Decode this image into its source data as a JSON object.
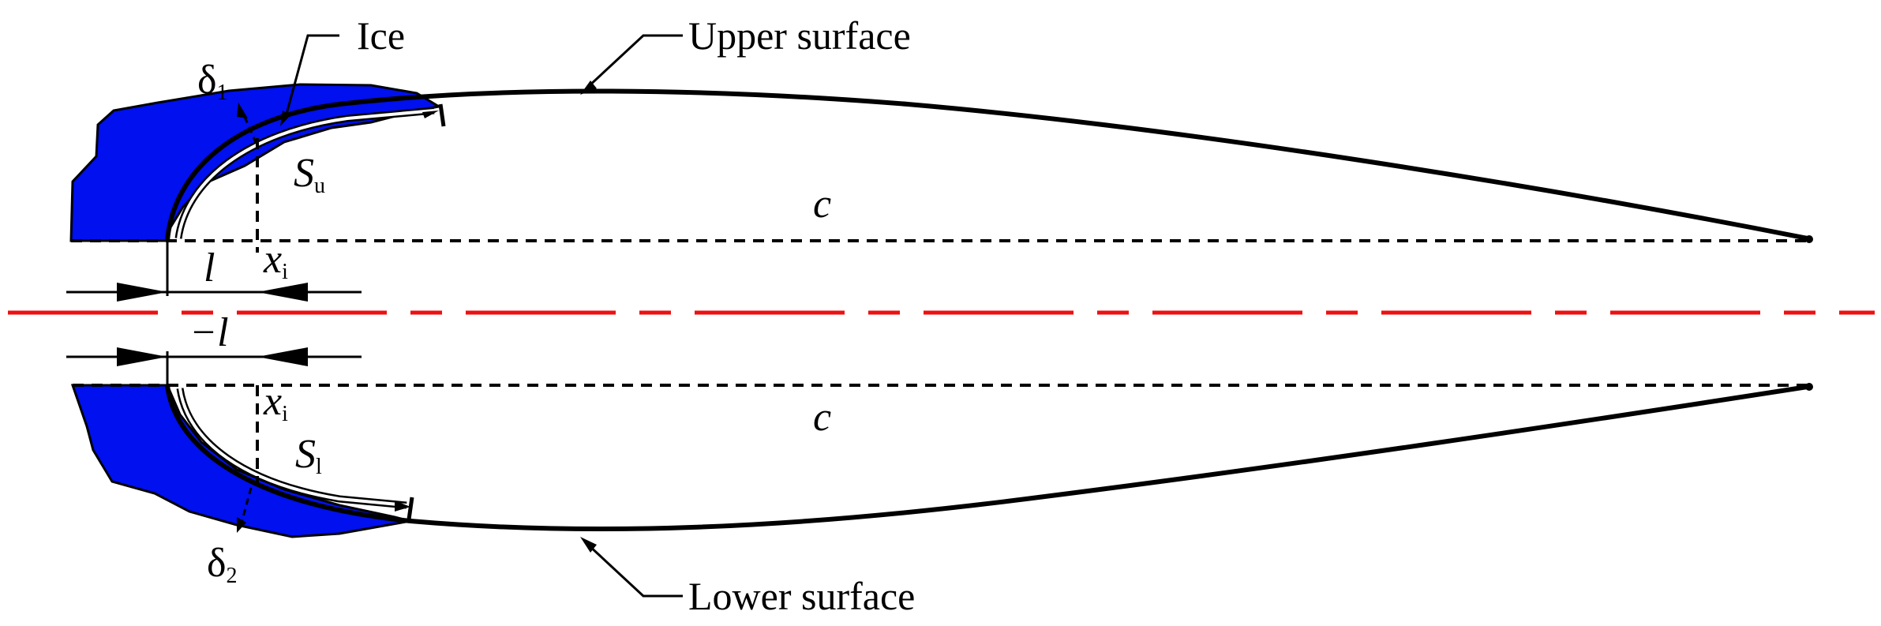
{
  "labels": {
    "ice": "Ice",
    "upper_surface": "Upper surface",
    "lower_surface": "Lower surface",
    "delta1": "δ",
    "delta1_sub": "1",
    "delta2": "δ",
    "delta2_sub": "2",
    "s_upper": "S",
    "s_upper_sub": "u",
    "s_lower": "S",
    "s_lower_sub": "l",
    "chord_upper": "c",
    "chord_lower": "c",
    "l_upper": "l",
    "l_lower": "−l",
    "x_upper": "x",
    "x_upper_sub": "i",
    "x_lower": "x",
    "x_lower_sub": "i"
  },
  "colors": {
    "ice_fill": "#0010ee",
    "symmetry_line": "#ee1111",
    "line": "#000000"
  }
}
